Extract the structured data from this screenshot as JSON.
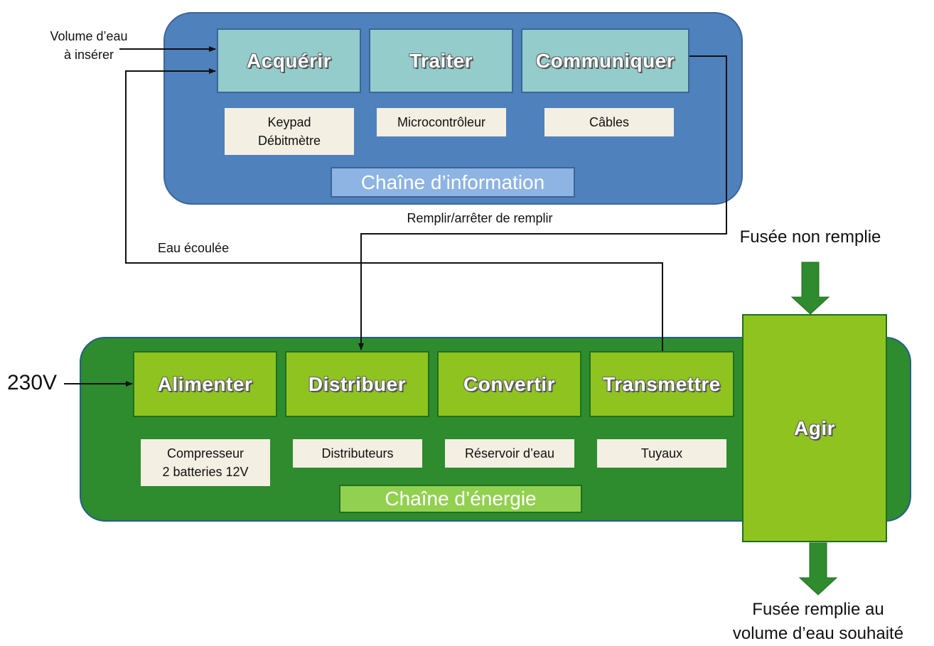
{
  "info_chain": {
    "title": "Chaîne d’information",
    "functions": [
      {
        "name": "Acquérir",
        "component": "Keypad\nDébitmètre"
      },
      {
        "name": "Traiter",
        "component": "Microcontrôleur"
      },
      {
        "name": "Communiquer",
        "component": "Câbles"
      }
    ]
  },
  "energy_chain": {
    "title": "Chaîne d’énergie",
    "functions": [
      {
        "name": "Alimenter",
        "component": "Compresseur\n2 batteries 12V"
      },
      {
        "name": "Distribuer",
        "component": "Distributeurs"
      },
      {
        "name": "Convertir",
        "component": "Réservoir d’eau"
      },
      {
        "name": "Transmettre",
        "component": "Tuyaux"
      }
    ]
  },
  "act": {
    "name": "Agir"
  },
  "flows": {
    "volume_input": "Volume d’eau\nà insérer",
    "order": "Remplir/arrêter de remplir",
    "feedback": "Eau écoulée",
    "power": "230V",
    "matter_in": "Fusée non remplie",
    "matter_out": "Fusée remplie au\nvolume d’eau souhaité"
  },
  "colors": {
    "info_panel": "#4f81bd",
    "info_function": "#93cccb",
    "energy_panel": "#2e8b2e",
    "energy_function": "#8fc31f",
    "component": "#f3efe2",
    "matter_arrow": "#2e8b2e"
  }
}
